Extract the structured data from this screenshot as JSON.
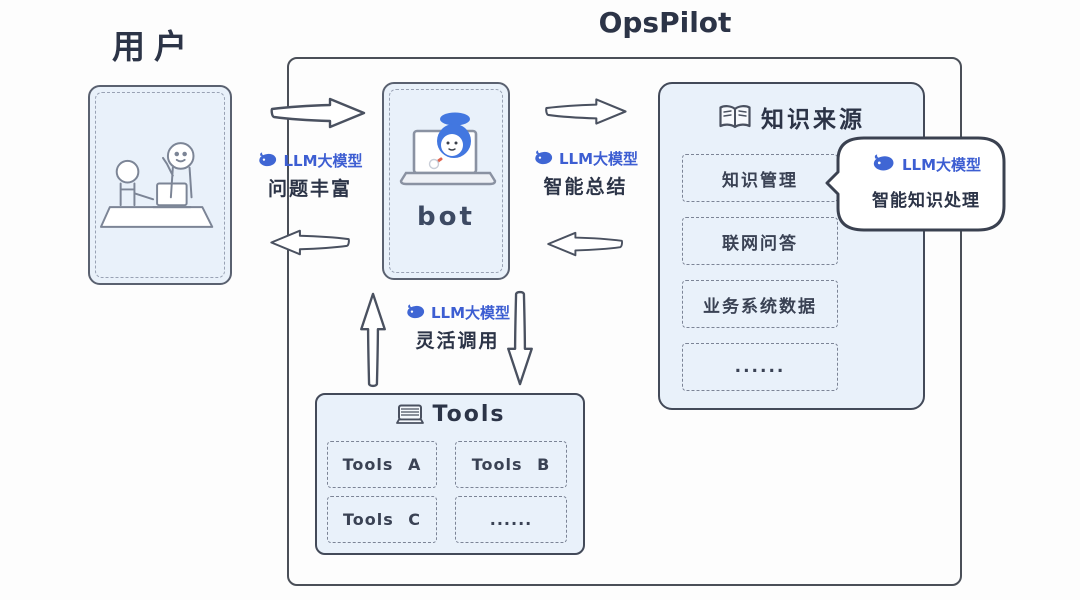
{
  "colors": {
    "panel_fill": "#e9f1fa",
    "border_dark": "#4a4f58",
    "text_dark": "#2c3447",
    "accent_blue": "#3d5ed2",
    "mascot_blue": "#4277e0"
  },
  "user": {
    "title": "用户"
  },
  "opspilot": {
    "title": "OpsPilot"
  },
  "bot": {
    "label": "bot"
  },
  "flows": {
    "enrich": {
      "llm": "LLM大模型",
      "label": "问题丰富"
    },
    "summary": {
      "llm": "LLM大模型",
      "label": "智能总结"
    },
    "invoke": {
      "llm": "LLM大模型",
      "label": "灵活调用"
    },
    "bubble": {
      "llm": "LLM大模型",
      "label": "智能知识处理"
    }
  },
  "knowledge": {
    "title": "知识来源",
    "items": [
      "知识管理",
      "联网问答",
      "业务系统数据",
      "......"
    ]
  },
  "tools": {
    "title": "Tools",
    "items": [
      "Tools A",
      "Tools B",
      "Tools C",
      "......"
    ]
  }
}
